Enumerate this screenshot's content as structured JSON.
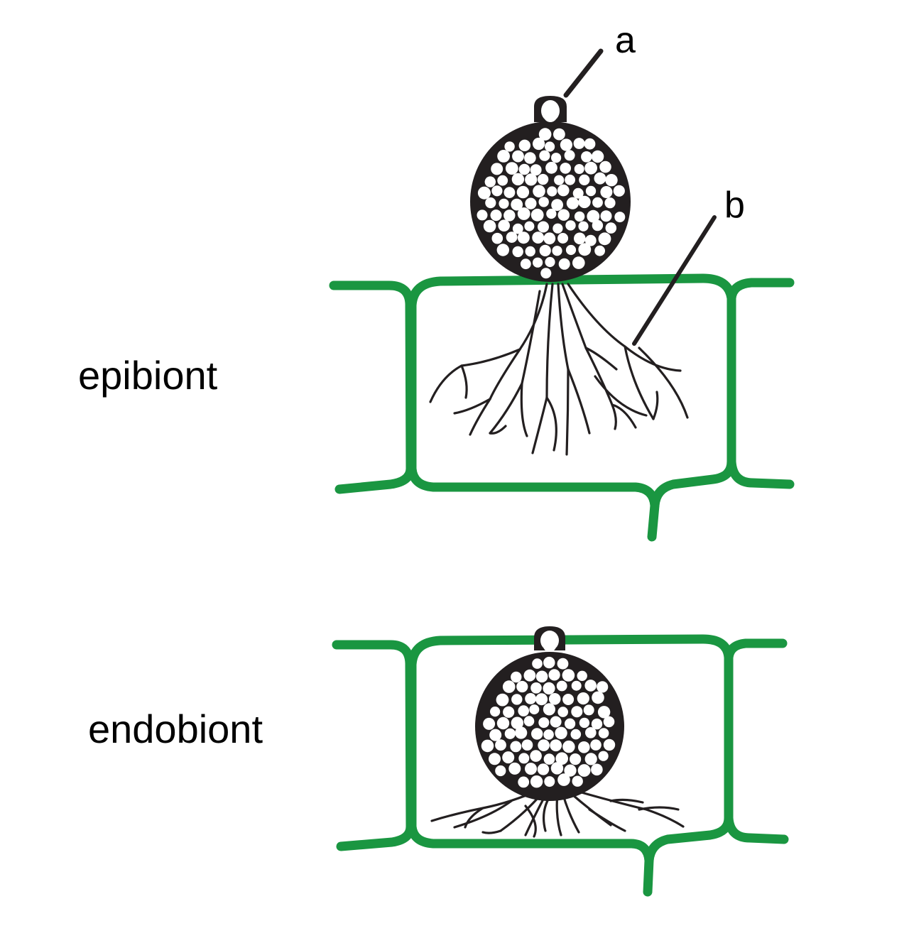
{
  "labels": {
    "epibiont": "epibiont",
    "endobiont": "endobiont",
    "a": "a",
    "b": "b"
  },
  "colors": {
    "cell_wall": "#1a9641",
    "outline": "#231f20",
    "spore": "#ffffff",
    "background": "#ffffff"
  }
}
